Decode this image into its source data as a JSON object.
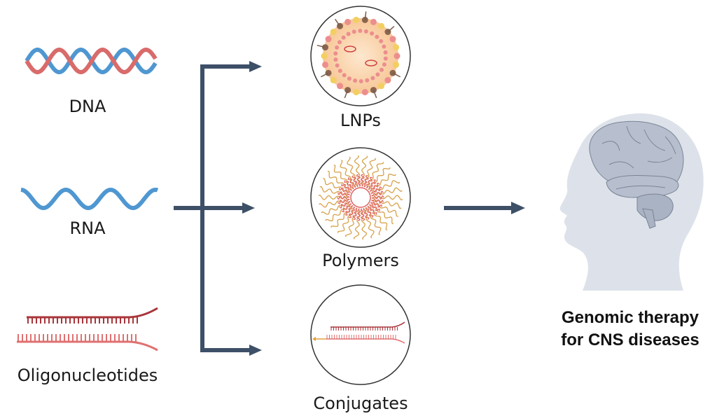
{
  "sources": [
    {
      "id": "dna",
      "label": "DNA"
    },
    {
      "id": "rna",
      "label": "RNA"
    },
    {
      "id": "oligo",
      "label": "Oligonucleotides"
    }
  ],
  "carriers": [
    {
      "id": "lnps",
      "label": "LNPs"
    },
    {
      "id": "polymers",
      "label": "Polymers"
    },
    {
      "id": "conjugates",
      "label": "Conjugates"
    }
  ],
  "target": {
    "title_line1": "Genomic therapy",
    "title_line2": "for CNS diseases"
  },
  "colors": {
    "arrow": "#3d5068",
    "dna_strand_a": "#d96b6b",
    "dna_strand_b": "#4f97d1",
    "rna": "#4f97d1",
    "oligo_top": "#a8353a",
    "oligo_bottom": "#e07070",
    "lnp_core": "#fbd9b5",
    "lnp_pink": "#ec8e8e",
    "lnp_yellow": "#f2cf61",
    "lnp_brown": "#8a6650",
    "polymer_outer": "#d8a24c",
    "polymer_inner": "#e06060",
    "conjugate_ligand": "#e2a03c",
    "head": "#dde2ea",
    "brain": "#b7bfce",
    "brain_line": "#7a8496"
  }
}
